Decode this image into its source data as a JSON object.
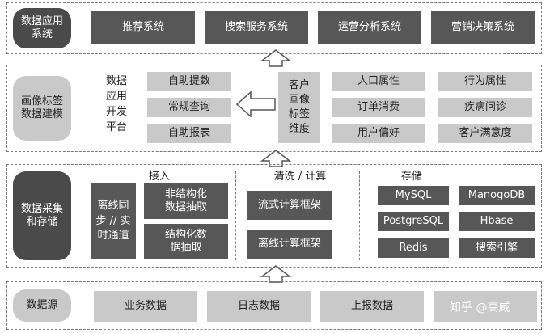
{
  "layers": {
    "application": {
      "label": "数据应用\n系统",
      "items": [
        "推荐系统",
        "搜索服务系统",
        "运营分析系统",
        "营销决策系统"
      ]
    },
    "profile": {
      "label": "画像标签\n数据建模",
      "platform": "数据\n应用\n开发\n平台",
      "platform_items": [
        "自助提数",
        "常规查询",
        "自助报表"
      ],
      "dimension": "客户\n画像\n标签\n维度",
      "dimension_items": [
        "人口属性",
        "行为属性",
        "订单消费",
        "疾病问诊",
        "用户偏好",
        "客户满意度"
      ]
    },
    "collection": {
      "label": "数据采集\n和存储",
      "ingest": {
        "title": "接入",
        "channel": "离线同\n步 // 实\n时通道",
        "extract": [
          "非结构化\n数据抽取",
          "结构化数\n据抽取"
        ]
      },
      "compute": {
        "title": "清洗 / 计算",
        "items": [
          "流式计算框架",
          "离线计算框架"
        ]
      },
      "storage": {
        "title": "存储",
        "items": [
          "MySQL",
          "ManogoDB",
          "PostgreSQL",
          "Hbase",
          "Redis",
          "搜索引擎"
        ]
      }
    },
    "source": {
      "label": "数据源",
      "items": [
        "业务数据",
        "日志数据",
        "上报数据"
      ]
    }
  },
  "watermark": "知乎 @高威",
  "colors": {
    "dark": "#575757",
    "light": "#c9c9c9",
    "border": "#777777",
    "arrow_fill": "#ffffff",
    "arrow_stroke": "#555555"
  }
}
